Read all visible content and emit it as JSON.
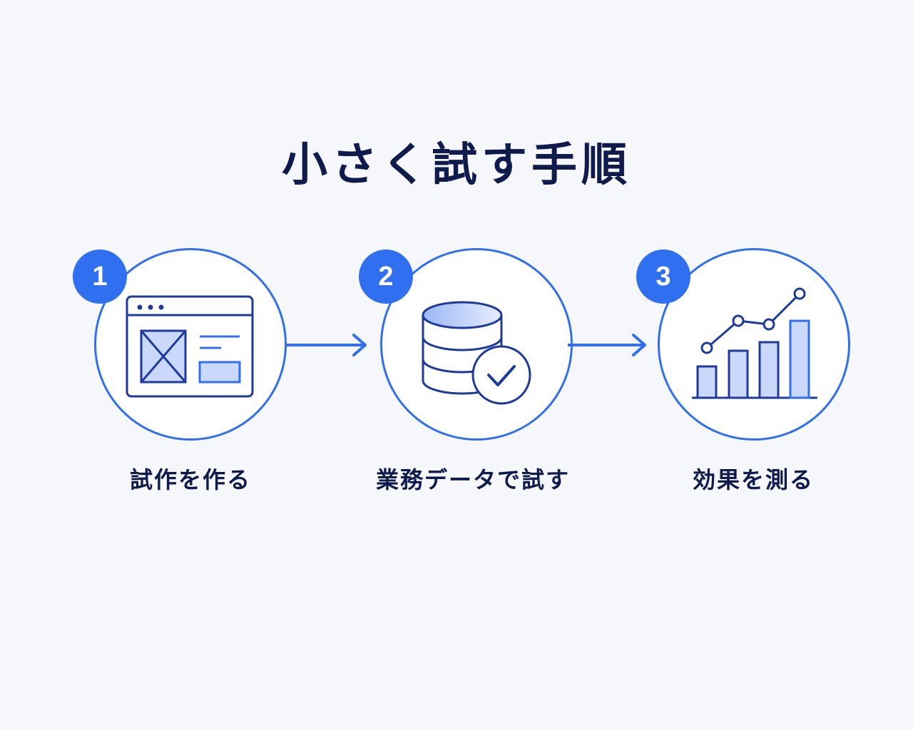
{
  "title": "小さく試す手順",
  "steps": [
    {
      "number": "1",
      "label": "試作を作る",
      "icon": "browser-wireframe-icon"
    },
    {
      "number": "2",
      "label": "業務データで試す",
      "icon": "database-check-icon"
    },
    {
      "number": "3",
      "label": "効果を測る",
      "icon": "bar-line-chart-icon"
    }
  ],
  "colors": {
    "accent": "#2f6ff0",
    "stroke": "#1e3a9e",
    "fill_light": "#c9d8fb",
    "title": "#0f1b4d",
    "background": "#f6f7fb"
  }
}
